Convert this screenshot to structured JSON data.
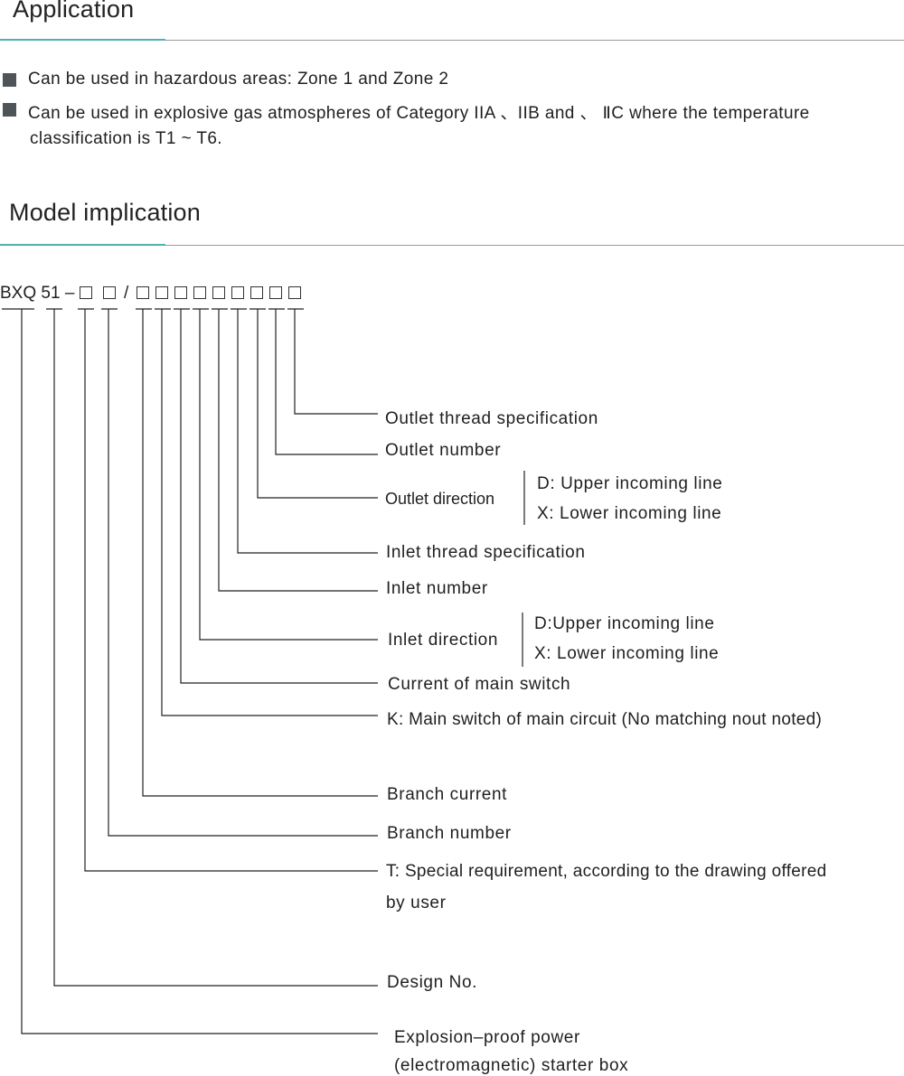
{
  "application": {
    "heading": "Application",
    "bullets": [
      "Can be used in hazardous areas: Zone 1 and Zone 2",
      "Can be used in explosive gas atmospheres  of Category IIA 、IIB and 、 ⅡC where the temperature",
      "classification is T1 ~ T6."
    ]
  },
  "model": {
    "heading": "Model implication",
    "code_prefix": "BXQ 51 –",
    "code_slash": "/",
    "labels": {
      "outlet_thread": "Outlet thread specification",
      "outlet_number": "Outlet number",
      "outlet_direction": "Outlet direction",
      "outlet_d": "D: Upper incoming line",
      "outlet_x": "X: Lower incoming line",
      "inlet_thread": "Inlet thread specification",
      "inlet_number": "Inlet number",
      "inlet_direction": "Inlet direction",
      "inlet_d": "D:Upper incoming line",
      "inlet_x": "X: Lower incoming line",
      "current_main": "Current of main switch",
      "k_main": "K: Main switch of main circuit (No matching nout noted)",
      "branch_current": "Branch current",
      "branch_number": "Branch number",
      "t_special_1": "T: Special requirement, according to the drawing offered",
      "t_special_2": "by  user",
      "design_no": "Design No.",
      "explosion_1": "Explosion–proof  power",
      "explosion_2": "(electromagnetic) starter box"
    }
  }
}
